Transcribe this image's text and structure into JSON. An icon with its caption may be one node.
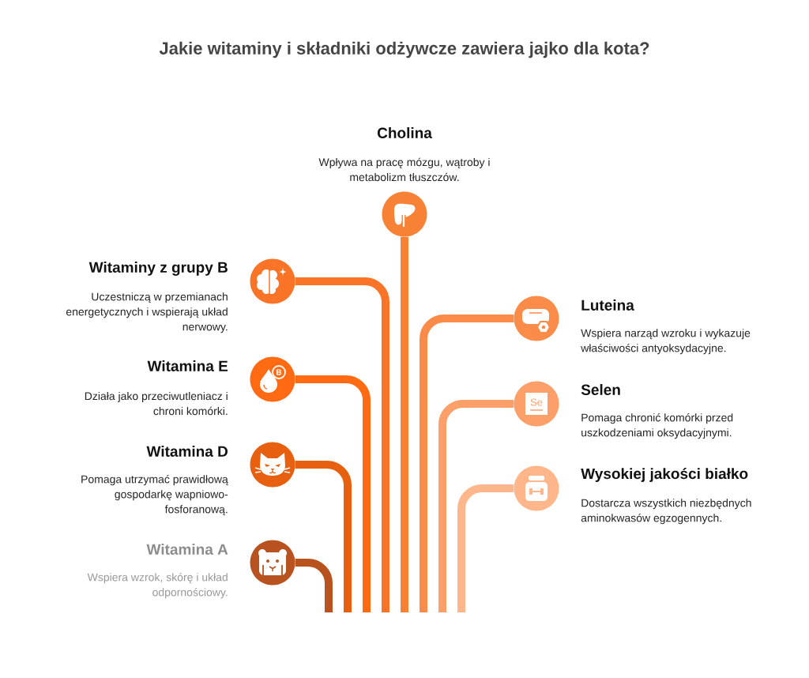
{
  "diagram": {
    "title": "Jakie witaminy i składniki odżywcze zawiera jajko dla kota?",
    "nodes": [
      {
        "text": [
          "Cholina",
          "Wpływa na pracę mózgu, wątroby i metabolizm tłuszczów."
        ]
      },
      {
        "text": [
          "Witaminy z grupy B",
          "Uczestniczą w przemianach energetycznych i wspierają układ nerwowy."
        ]
      },
      {
        "text": [
          "Luteina",
          "Wspiera narząd wzroku i wykazuje właściwości antyoksydacyjne."
        ]
      },
      {
        "text": [
          "Witamina E",
          "Działa jako przeciwutleniacz i chroni komórki."
        ]
      },
      {
        "text": [
          "Selen",
          "Pomaga chronić komórki przed uszkodzeniami oksydacyjnymi."
        ]
      },
      {
        "text": [
          "Witamina D",
          "Pomaga utrzymać prawidłową gospodarkę wapniowo-fosforanową."
        ]
      },
      {
        "text": [
          "Wysokiej jakości białko",
          "Dostarcza wszystkich niezbędnych aminokwasów egzogennych."
        ]
      },
      {
        "text": [
          "Witamina A",
          "Wspiera wzrok, skórę i układ odpornościowy."
        ]
      }
    ],
    "edges": [
      {
        "from": 0,
        "to": null,
        "arrow": "none",
        "color": "#f78134"
      },
      {
        "from": 1,
        "to": null,
        "arrow": "none",
        "color": "#fa7428"
      },
      {
        "from": 2,
        "to": null,
        "arrow": "none",
        "color": "#fb8b48"
      },
      {
        "from": 3,
        "to": null,
        "arrow": "none",
        "color": "#ff6a13"
      },
      {
        "from": 4,
        "to": null,
        "arrow": "none",
        "color": "#fd9f69"
      },
      {
        "from": 5,
        "to": null,
        "arrow": "none",
        "color": "#e6600f"
      },
      {
        "from": 6,
        "to": null,
        "arrow": "none",
        "color": "#ffb68a"
      },
      {
        "from": 7,
        "to": null,
        "arrow": "none",
        "color": "#b8521f"
      }
    ],
    "labels": [
      "B",
      "Se"
    ]
  }
}
